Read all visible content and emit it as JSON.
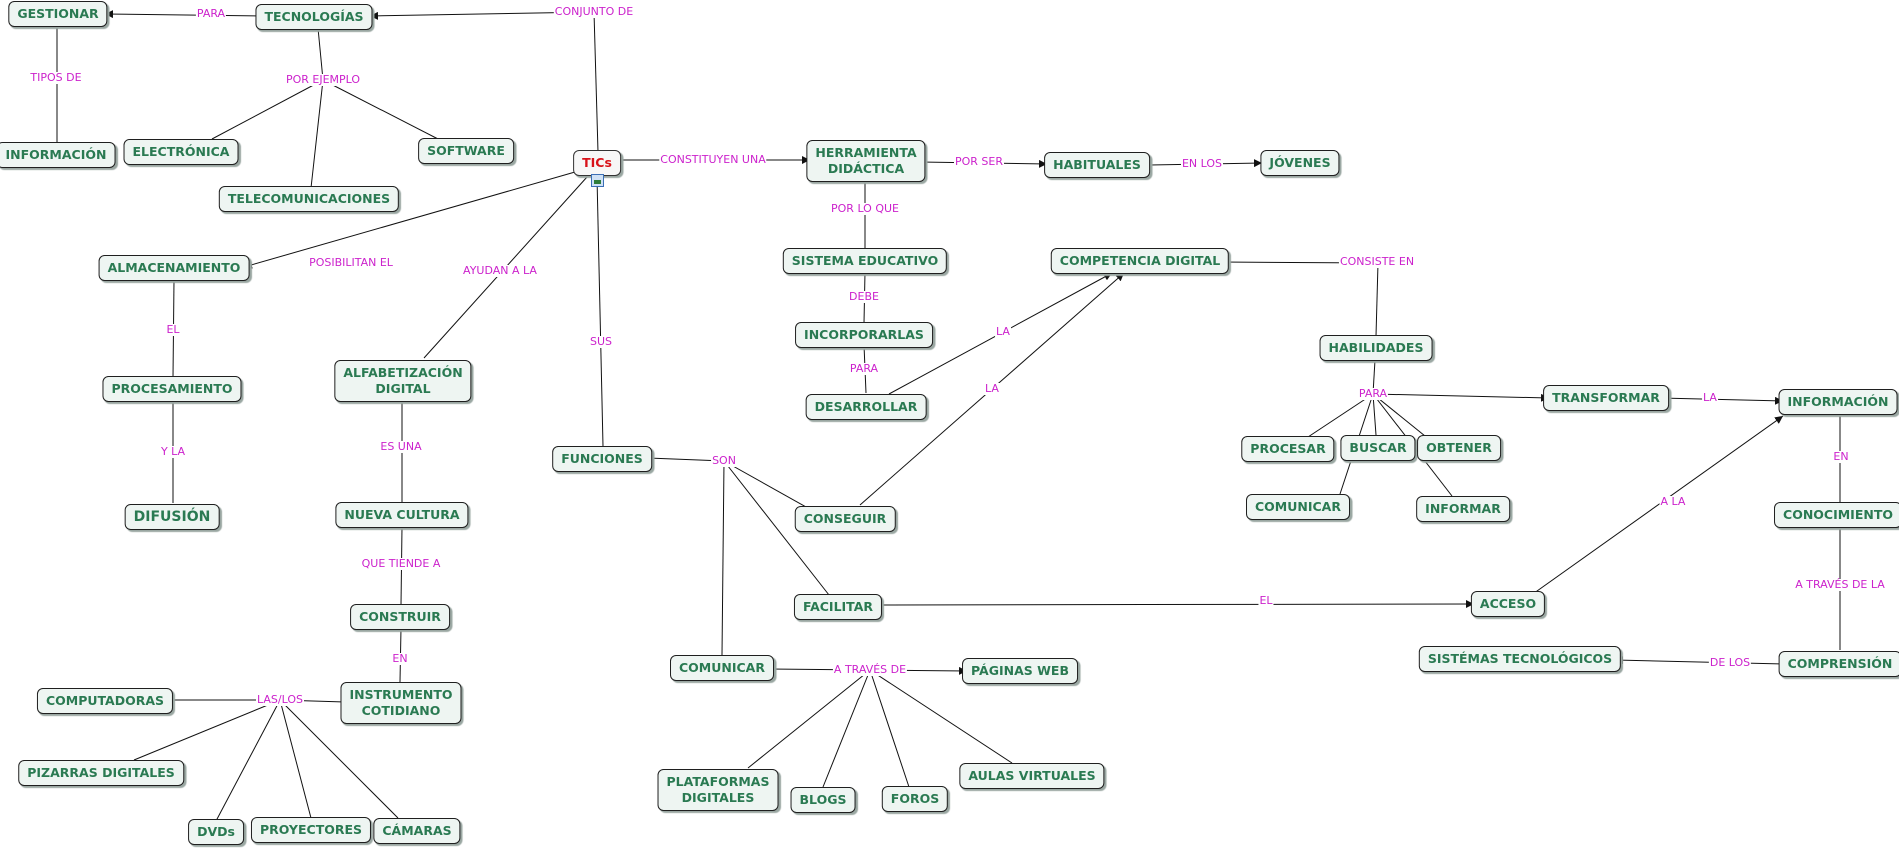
{
  "nodes": {
    "tics": "TICs",
    "tecnologias": "TECNOLOGÍAS",
    "gestionar": "GESTIONAR",
    "informacion_left": "INFORMACIÓN",
    "electronica": "ELECTRÓNICA",
    "telecom": "TELECOMUNICACIONES",
    "software": "SOFTWARE",
    "herramienta": "HERRAMIENTA\nDIDÁCTICA",
    "habituales": "HABITUALES",
    "jovenes": "JÓVENES",
    "sistema_educativo": "SISTEMA EDUCATIVO",
    "incorporarlas": "INCORPORARLAS",
    "desarrollar": "DESARROLLAR",
    "competencia": "COMPETENCIA DIGITAL",
    "habilidades": "HABILIDADES",
    "transformar": "TRANSFORMAR",
    "informacion_right": "INFORMACIÓN",
    "procesar": "PROCESAR",
    "buscar": "BUSCAR",
    "obtener": "OBTENER",
    "comunicar_h": "COMUNICAR",
    "informar": "INFORMAR",
    "conocimiento": "CONOCIMIENTO",
    "comprension": "COMPRENSIÓN",
    "sistemas_tec": "SISTÉMAS TECNOLÓGICOS",
    "acceso": "ACCESO",
    "almacenamiento": "ALMACENAMIENTO",
    "procesamiento": "PROCESAMIENTO",
    "difusion": "DIFUSIÓN",
    "alfabetizacion": "ALFABETIZACIÓN\nDIGITAL",
    "nueva_cultura": "NUEVA CULTURA",
    "construir": "CONSTRUIR",
    "instrumento": "INSTRUMENTO\nCOTIDIANO",
    "computadoras": "COMPUTADORAS",
    "pizarras": "PIZARRAS DIGITALES",
    "dvds": "DVDs",
    "proyectores": "PROYECTORES",
    "camaras": "CÁMARAS",
    "funciones": "FUNCIONES",
    "conseguir": "CONSEGUIR",
    "facilitar": "FACILITAR",
    "comunicar_f": "COMUNICAR",
    "paginas_web": "PÁGINAS WEB",
    "plataformas": "PLATAFORMAS\nDIGITALES",
    "blogs": "BLOGS",
    "foros": "FOROS",
    "aulas": "AULAS VIRTUALES"
  },
  "labels": {
    "conjunto_de": "CONJUNTO DE",
    "para_gest": "PARA",
    "tipos_de": "TIPOS DE",
    "por_ejemplo": "POR EJEMPLO",
    "constituyen": "CONSTITUYEN UNA",
    "por_ser": "POR SER",
    "en_los": "EN LOS",
    "por_lo_que": "POR LO QUE",
    "debe": "DEBE",
    "para_des": "PARA",
    "la_1": "LA",
    "la_2": "LA",
    "consiste_en": "CONSISTE EN",
    "para_hab": "PARA",
    "la_transf": "LA",
    "en_info": "EN",
    "a_traves_de_la": "A TRAVÉS DE LA",
    "de_los": "DE LOS",
    "a_la": "A LA",
    "el_acceso": "EL",
    "posibilitan": "POSIBILITAN EL",
    "el_proc": "EL",
    "y_la": "Y LA",
    "ayudan": "AYUDAN A LA",
    "es_una": "ES UNA",
    "que_tiende": "QUE TIENDE A",
    "en_instr": "EN",
    "las_los": "LAS/LOS",
    "sus": "SUS",
    "son": "SON",
    "a_traves_de": "A TRAVÉS DE"
  },
  "colors": {
    "node_text": "#2a7a52",
    "root_text": "#d8121a",
    "link_label": "#cc22cc",
    "line": "#111111"
  }
}
